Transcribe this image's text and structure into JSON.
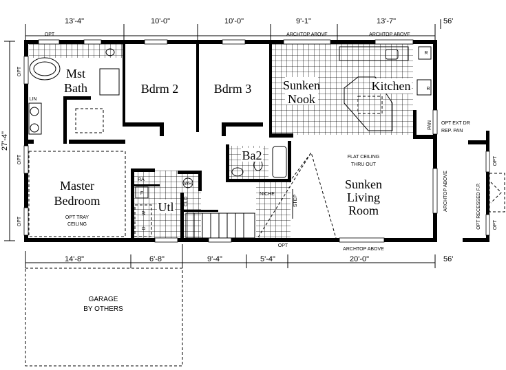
{
  "dimensions": {
    "top": [
      "13'-4\"",
      "10'-0\"",
      "10'-0\"",
      "9'-1\"",
      "13'-7\""
    ],
    "bottom": [
      "14'-8\"",
      "6'-8\"",
      "9'-4\"",
      "5'-4\"",
      "20'-0\""
    ],
    "overall_width": "56'",
    "overall_depth": "27'-4\""
  },
  "rooms": {
    "mst_bath": [
      "Mst",
      "Bath"
    ],
    "bdrm2": "Bdrm 2",
    "bdrm3": "Bdrm 3",
    "nook": [
      "Sunken",
      "Nook"
    ],
    "kitchen": "Kitchen",
    "ba2": "Ba2",
    "master": [
      "Master",
      "Bedroom"
    ],
    "master_note": [
      "OPT TRAY",
      "CEILING"
    ],
    "utl": "Utl",
    "living": [
      "Sunken",
      "Living",
      "Room"
    ],
    "living_note": [
      "FLAT CEILING",
      "THRU OUT"
    ],
    "garage": [
      "GARAGE",
      "BY OTHERS"
    ]
  },
  "labels": {
    "opt": "OPT",
    "archtop": "ARCHTOP ABOVE",
    "lin": "LIN",
    "ra": "RA",
    "f": "F",
    "w": "W",
    "d": "D",
    "wh": "WH",
    "clo": "CLO",
    "niche": "NICHE",
    "step": "STEP",
    "pan": "PAN",
    "r": "R",
    "ext_dr": [
      "OPT EXT DR",
      "REP. PAN"
    ],
    "fireplace": "OPT RECESSED F.P."
  }
}
